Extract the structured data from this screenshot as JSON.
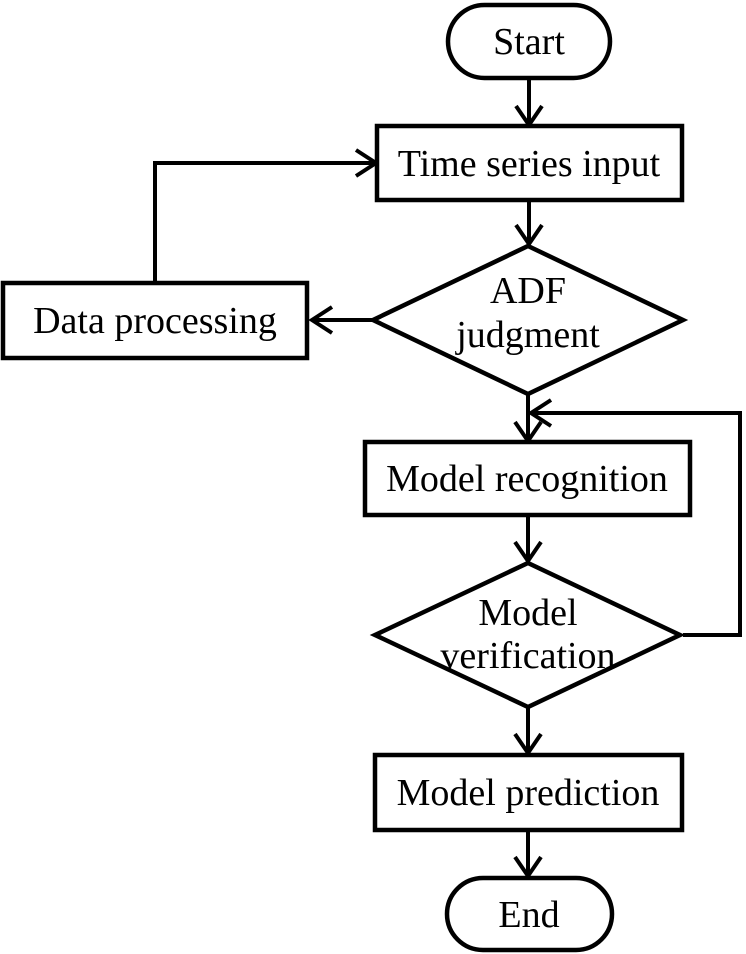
{
  "diagram": {
    "background_color": "#ffffff",
    "stroke_color": "#000000",
    "nodes": {
      "start": {
        "type": "terminator",
        "label": "Start"
      },
      "time_series_input": {
        "type": "process",
        "label": "Time series input"
      },
      "adf_judgment": {
        "type": "decision",
        "line1": "ADF",
        "line2": "judgment"
      },
      "data_processing": {
        "type": "process",
        "label": "Data processing"
      },
      "model_recognition": {
        "type": "process",
        "label": "Model recognition"
      },
      "model_verification": {
        "type": "decision",
        "line1": "Model",
        "line2": "verification"
      },
      "model_prediction": {
        "type": "process",
        "label": "Model prediction"
      },
      "end": {
        "type": "terminator",
        "label": "End"
      }
    },
    "edges": [
      {
        "from": "start",
        "to": "time_series_input",
        "style": "arrow-down"
      },
      {
        "from": "time_series_input",
        "to": "adf_judgment",
        "style": "arrow-down"
      },
      {
        "from": "adf_judgment",
        "to": "data_processing",
        "style": "arrow-left"
      },
      {
        "from": "data_processing",
        "to": "time_series_input",
        "style": "feedback-up-right"
      },
      {
        "from": "adf_judgment",
        "to": "model_recognition",
        "style": "arrow-down"
      },
      {
        "from": "model_verification",
        "to": "model_recognition",
        "style": "feedback-right-up-left"
      },
      {
        "from": "model_recognition",
        "to": "model_verification",
        "style": "arrow-down"
      },
      {
        "from": "model_verification",
        "to": "model_prediction",
        "style": "arrow-down"
      },
      {
        "from": "model_prediction",
        "to": "end",
        "style": "arrow-down"
      }
    ]
  }
}
